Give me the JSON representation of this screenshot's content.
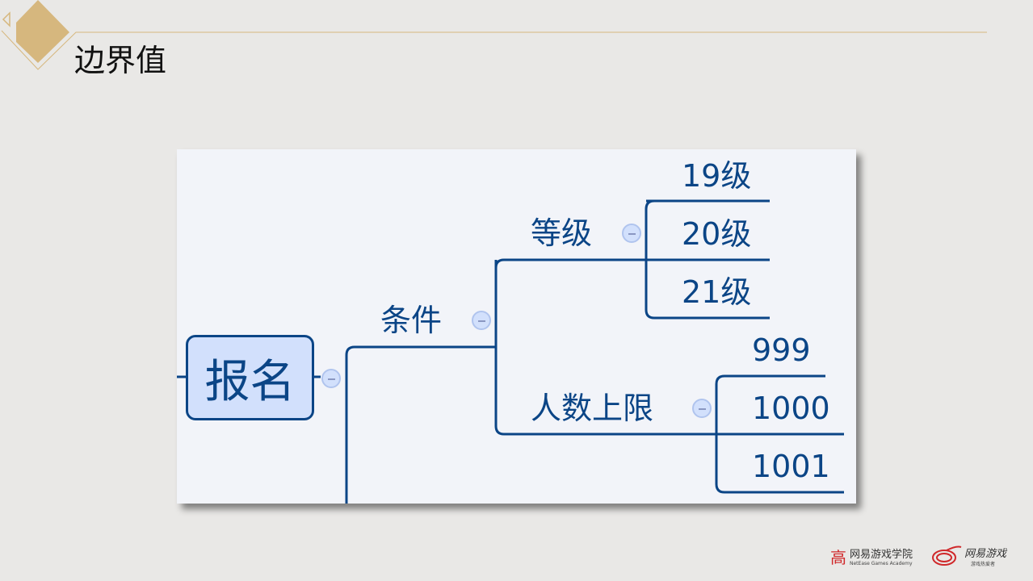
{
  "slide": {
    "title": "边界值"
  },
  "mindmap": {
    "root": "报名",
    "branch": "条件",
    "children": [
      {
        "label": "等级",
        "values": [
          "19级",
          "20级",
          "21级"
        ]
      },
      {
        "label": "人数上限",
        "values": [
          "999",
          "1000",
          "1001"
        ]
      }
    ]
  },
  "footer": {
    "academy_name": "网易游戏学院",
    "academy_sub": "NetEase Games Academy",
    "games_name": "网易游戏",
    "games_sub": "游戏热爱者"
  },
  "colors": {
    "accent_gold": "#d6b77e",
    "line": "#0b4586",
    "node_fill": "#d2e0fc"
  }
}
